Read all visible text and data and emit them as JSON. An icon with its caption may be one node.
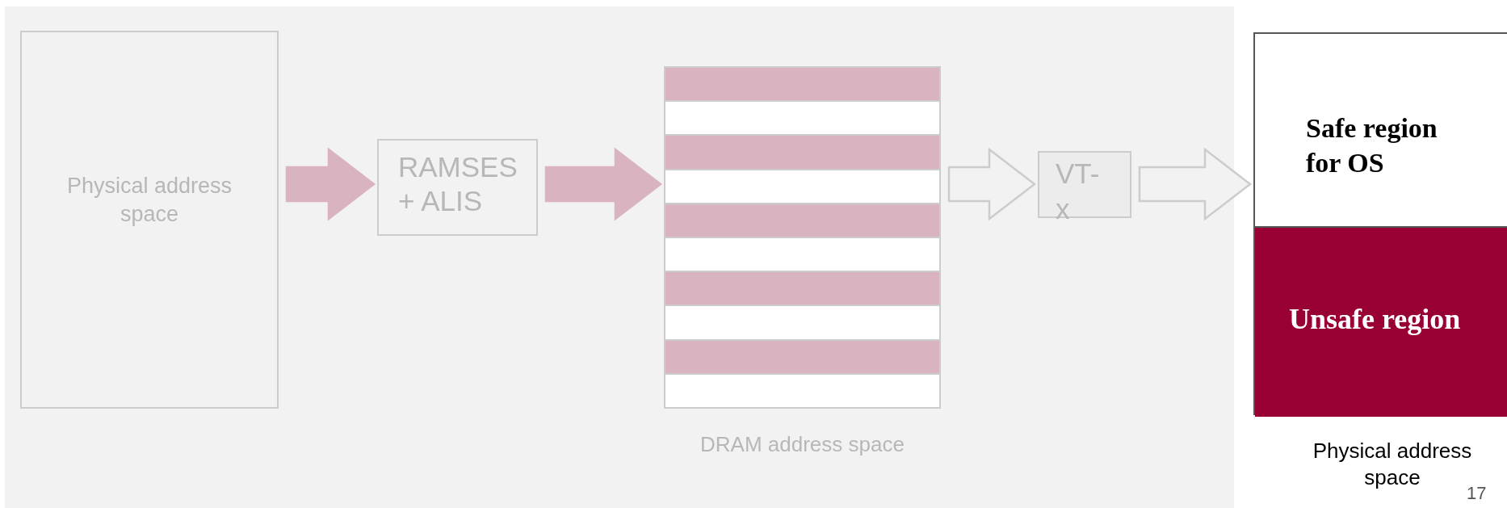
{
  "diagram": {
    "nodes": [
      {
        "text": [
          "Physical address space"
        ]
      },
      {
        "text": [
          "RAMSES + ALIS"
        ]
      },
      {
        "text": [],
        "shape": "box",
        "beside": [
          "DRAM address space"
        ]
      },
      {
        "text": [
          "VT-x"
        ]
      },
      {
        "text": [],
        "shape": "box",
        "beside": [
          "Physical address space"
        ]
      },
      {
        "text": [
          "Safe region for OS"
        ],
        "in": 4
      },
      {
        "text": [
          "Unsafe region"
        ],
        "in": 4
      }
    ],
    "edges": [
      {
        "from": 0,
        "to": 1,
        "arrow": "to",
        "color": "#d9b3c0"
      },
      {
        "from": 1,
        "to": 2,
        "arrow": "to",
        "color": "#d9b3c0"
      },
      {
        "from": 2,
        "to": 3,
        "arrow": "to"
      },
      {
        "from": 3,
        "to": 4,
        "arrow": "to"
      }
    ],
    "labels": [
      "17"
    ]
  }
}
